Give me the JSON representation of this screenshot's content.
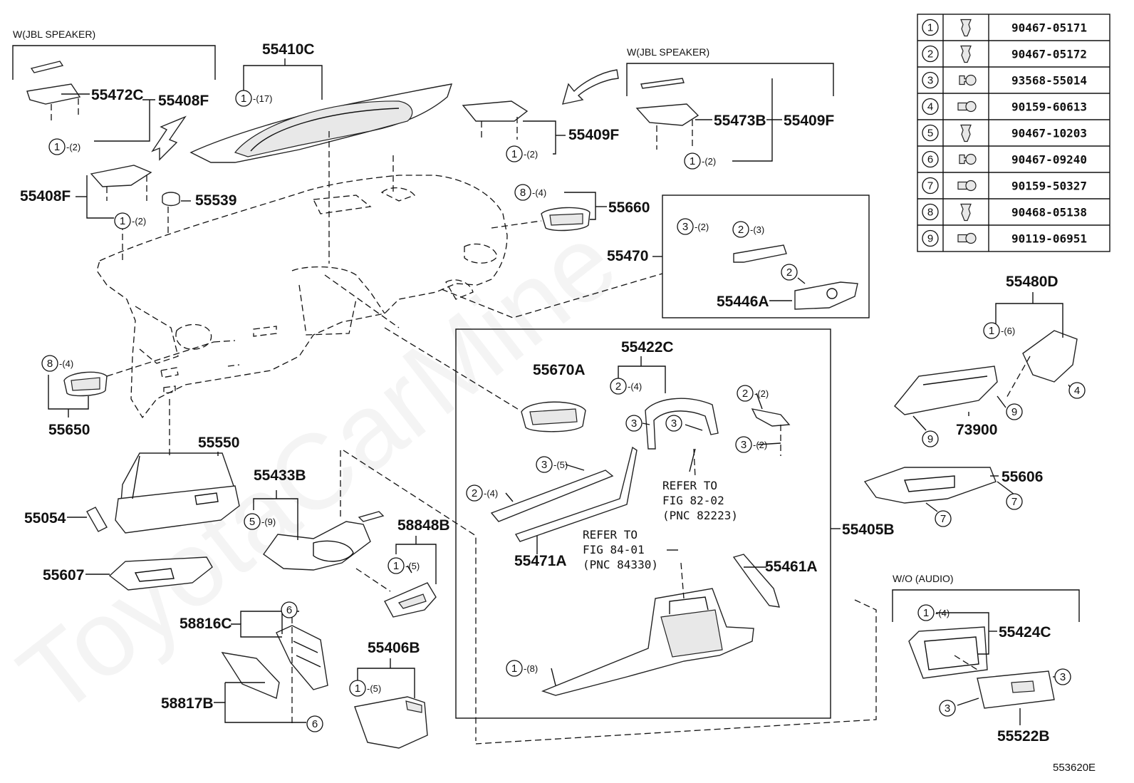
{
  "diagram_code": "553620E",
  "watermark": "ToyotaCarMine",
  "variant_labels": {
    "jbl_left": "W(JBL SPEAKER)",
    "jbl_right": "W(JBL SPEAKER)",
    "wo_audio": "W/O (AUDIO)"
  },
  "references": {
    "ref1": [
      "REFER TO",
      "FIG 82-02",
      "(PNC 82223)"
    ],
    "ref2": [
      "REFER TO",
      "FIG 84-01",
      "(PNC 84330)"
    ]
  },
  "parts": {
    "p55410C": "55410C",
    "p55472C": "55472C",
    "p55408F_a": "55408F",
    "p55408F_b": "55408F",
    "p55539": "55539",
    "p55409F_a": "55409F",
    "p55473B": "55473B",
    "p55409F_b": "55409F",
    "p55660": "55660",
    "p55470": "55470",
    "p55446A": "55446A",
    "p55480D": "55480D",
    "p73900": "73900",
    "p55606": "55606",
    "p55650": "55650",
    "p55550": "55550",
    "p55054": "55054",
    "p55607": "55607",
    "p55433B": "55433B",
    "p58848B": "58848B",
    "p58816C": "58816C",
    "p58817B": "58817B",
    "p55406B": "55406B",
    "p55670A": "55670A",
    "p55422C": "55422C",
    "p55471A": "55471A",
    "p55461A": "55461A",
    "p55405B": "55405B",
    "p55424C": "55424C",
    "p55522B": "55522B"
  },
  "callouts": {
    "c_55410C": {
      "num": "1",
      "qty": "-(17)"
    },
    "c_55472C": {
      "num": "1",
      "qty": "-(2)"
    },
    "c_55408F": {
      "num": "1",
      "qty": "-(2)"
    },
    "c_55409F_a": {
      "num": "1",
      "qty": "-(2)"
    },
    "c_55409F_b": {
      "num": "1",
      "qty": "-(2)"
    },
    "c_55660": {
      "num": "8",
      "qty": "-(4)"
    },
    "c_55470_a": {
      "num": "3",
      "qty": "-(2)"
    },
    "c_55470_b": {
      "num": "2",
      "qty": "-(3)"
    },
    "c_55446A": {
      "num": "2",
      "qty": ""
    },
    "c_55480D": {
      "num": "1",
      "qty": "-(6)"
    },
    "c_55480D_b": {
      "num": "4",
      "qty": ""
    },
    "c_73900_a": {
      "num": "9",
      "qty": ""
    },
    "c_73900_b": {
      "num": "9",
      "qty": ""
    },
    "c_55606_a": {
      "num": "7",
      "qty": ""
    },
    "c_55606_b": {
      "num": "7",
      "qty": ""
    },
    "c_55650": {
      "num": "8",
      "qty": "-(4)"
    },
    "c_55433B": {
      "num": "5",
      "qty": "-(9)"
    },
    "c_58848B": {
      "num": "1",
      "qty": "-(5)"
    },
    "c_58816C": {
      "num": "6",
      "qty": ""
    },
    "c_58817B": {
      "num": "6",
      "qty": ""
    },
    "c_55406B": {
      "num": "1",
      "qty": "-(5)"
    },
    "c_55422C_a": {
      "num": "2",
      "qty": "-(4)"
    },
    "c_55422C_b": {
      "num": "3",
      "qty": ""
    },
    "c_55422C_c": {
      "num": "3",
      "qty": ""
    },
    "c_55422C_d": {
      "num": "2",
      "qty": "-(2)"
    },
    "c_55422C_e": {
      "num": "3",
      "qty": "-(2)"
    },
    "c_55471A_a": {
      "num": "3",
      "qty": "-(5)"
    },
    "c_55471A_b": {
      "num": "2",
      "qty": "-(4)"
    },
    "c_55405B": {
      "num": "1",
      "qty": "-(8)"
    },
    "c_55424C": {
      "num": "1",
      "qty": "-(4)"
    },
    "c_55522B_a": {
      "num": "3",
      "qty": ""
    },
    "c_55522B_b": {
      "num": "3",
      "qty": ""
    }
  },
  "fastener_table": [
    {
      "num": "1",
      "part": "90467-05171",
      "icon": "clip-icon"
    },
    {
      "num": "2",
      "part": "90467-05172",
      "icon": "clip-icon"
    },
    {
      "num": "3",
      "part": "93568-55014",
      "icon": "screw-icon"
    },
    {
      "num": "4",
      "part": "90159-60613",
      "icon": "bolt-icon"
    },
    {
      "num": "5",
      "part": "90467-10203",
      "icon": "clip-icon"
    },
    {
      "num": "6",
      "part": "90467-09240",
      "icon": "screw-icon"
    },
    {
      "num": "7",
      "part": "90159-50327",
      "icon": "bolt-icon"
    },
    {
      "num": "8",
      "part": "90468-05138",
      "icon": "clip-icon"
    },
    {
      "num": "9",
      "part": "90119-06951",
      "icon": "bolt-icon"
    }
  ]
}
